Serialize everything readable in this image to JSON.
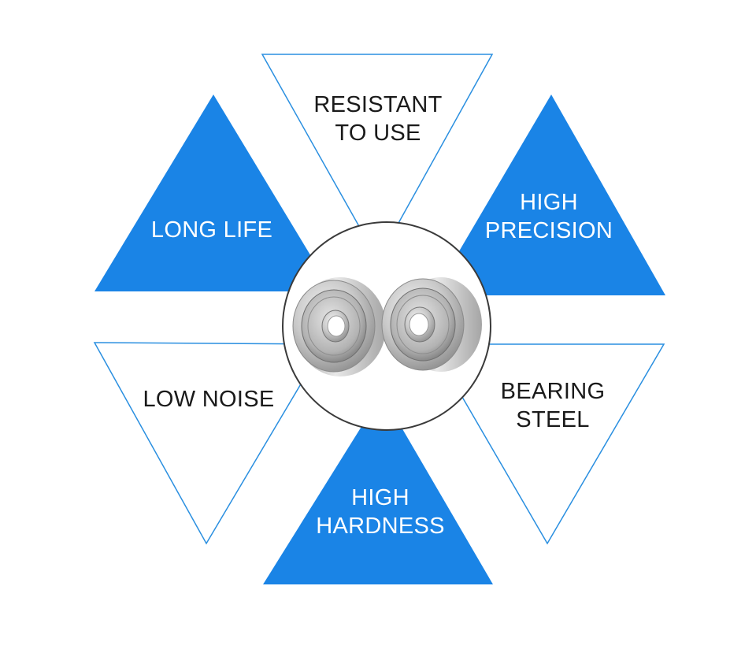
{
  "features": {
    "resistant": {
      "lines": [
        "RESISTANT",
        "TO USE"
      ]
    },
    "long_life": {
      "lines": [
        "LONG LIFE"
      ]
    },
    "high_precision": {
      "lines": [
        "HIGH",
        "PRECISION"
      ]
    },
    "low_noise": {
      "lines": [
        "LOW NOISE"
      ]
    },
    "bearing_steel": {
      "lines": [
        "BEARING",
        "STEEL"
      ]
    },
    "high_hardness": {
      "lines": [
        "HIGH",
        "HARDNESS"
      ]
    }
  },
  "colors": {
    "accent_blue": "#1a84e6",
    "outline_blue": "#2a8fe0",
    "circle_border": "#3a3a3a"
  },
  "center_image": "ball-bearings"
}
